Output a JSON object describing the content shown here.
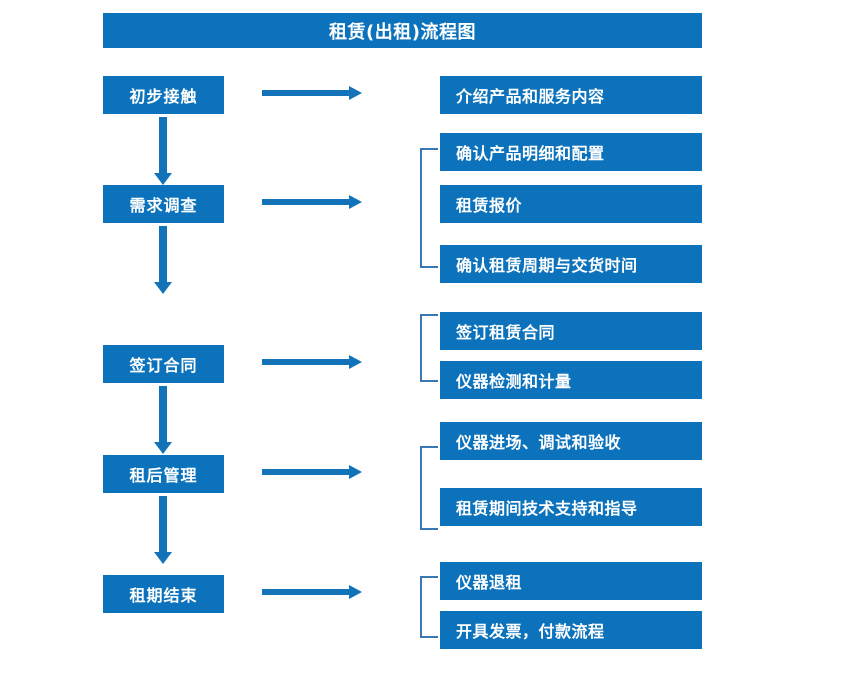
{
  "title": "租赁(出租)流程图",
  "colors": {
    "box_fill": "#0C72BC",
    "box_text": "#FFFFFF",
    "arrow": "#1273B8",
    "bracket": "#3B77B5",
    "background": "#FFFFFF"
  },
  "stages": [
    {
      "label": "初步接触"
    },
    {
      "label": "需求调查"
    },
    {
      "label": "签订合同"
    },
    {
      "label": "租后管理"
    },
    {
      "label": "租期结束"
    }
  ],
  "details": [
    {
      "label": "介绍产品和服务内容"
    },
    {
      "label": "确认产品明细和配置"
    },
    {
      "label": "租赁报价"
    },
    {
      "label": "确认租赁周期与交货时间"
    },
    {
      "label": "签订租赁合同"
    },
    {
      "label": "仪器检测和计量"
    },
    {
      "label": "仪器进场、调试和验收"
    },
    {
      "label": "租赁期间技术支持和指导"
    },
    {
      "label": "仪器退租"
    },
    {
      "label": "开具发票，付款流程"
    }
  ]
}
